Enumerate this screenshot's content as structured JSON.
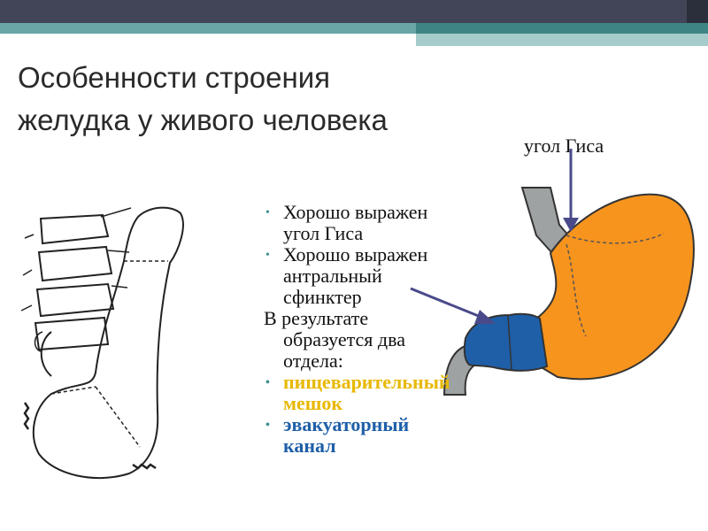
{
  "title": {
    "line1": "Особенности строения",
    "line2": "желудка у живого человека"
  },
  "diagram_label": "угол Гиса",
  "bullets": [
    {
      "line1": "Хорошо выражен",
      "line2": "угол Гиса"
    },
    {
      "line1": "Хорошо выражен",
      "line2": "антральный",
      "line3": "сфинктер"
    }
  ],
  "result": {
    "line1": "В результате",
    "line2": "образуется два",
    "line3": "отдела:"
  },
  "sections": [
    {
      "line1": "пищеварительный",
      "line2": "мешок",
      "color": "#e8b800"
    },
    {
      "line1": "эвакуаторный",
      "line2": "канал",
      "color": "#1f5fa8"
    }
  ],
  "colors": {
    "topbar": "#414557",
    "teal_stripe": "#6aa6a6",
    "stomach_body": "#f7941d",
    "antrum": "#1f5fa8",
    "esophagus": "#9ea2a2",
    "arrow": "#4a4a8a"
  }
}
